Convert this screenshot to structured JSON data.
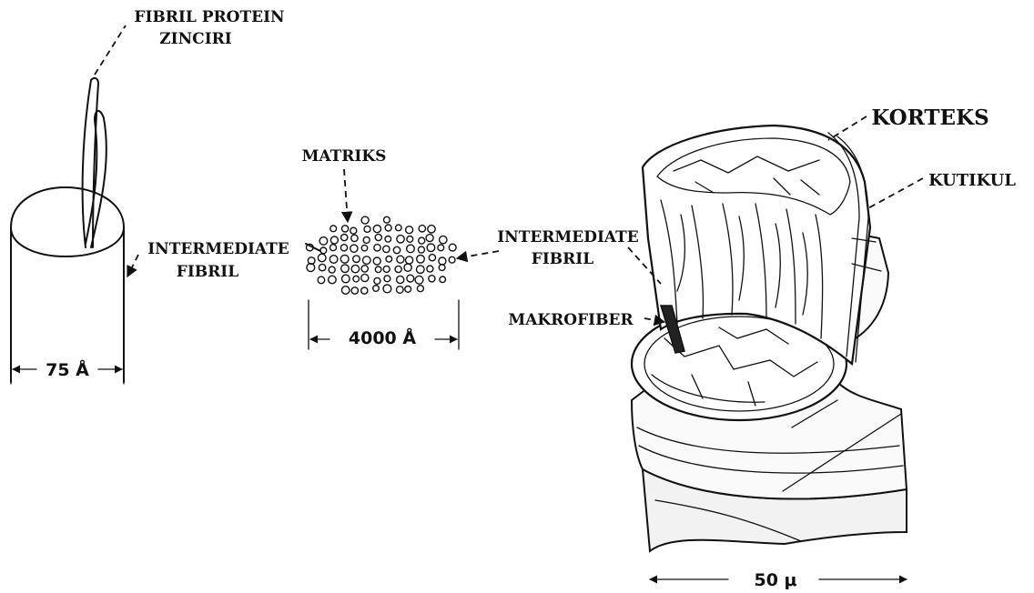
{
  "labels": {
    "fibril_protein_line1": "FIBRIL PROTEIN",
    "fibril_protein_line2": "ZINCIRI",
    "intermediate_fibril_left_line1": "INTERMEDIATE",
    "intermediate_fibril_left_line2": "FIBRIL",
    "matriks": "MATRIKS",
    "intermediate_fibril_right_line1": "INTERMEDIATE",
    "intermediate_fibril_right_line2": "FIBRIL",
    "makrofiber": "MAKROFIBER",
    "korteks": "KORTEKS",
    "kutikul": "KUTIKUL"
  },
  "dimensions": {
    "fibril_width": "75  Å",
    "macrofibril_width": "4000  Å",
    "fiber_width": "50 μ"
  }
}
